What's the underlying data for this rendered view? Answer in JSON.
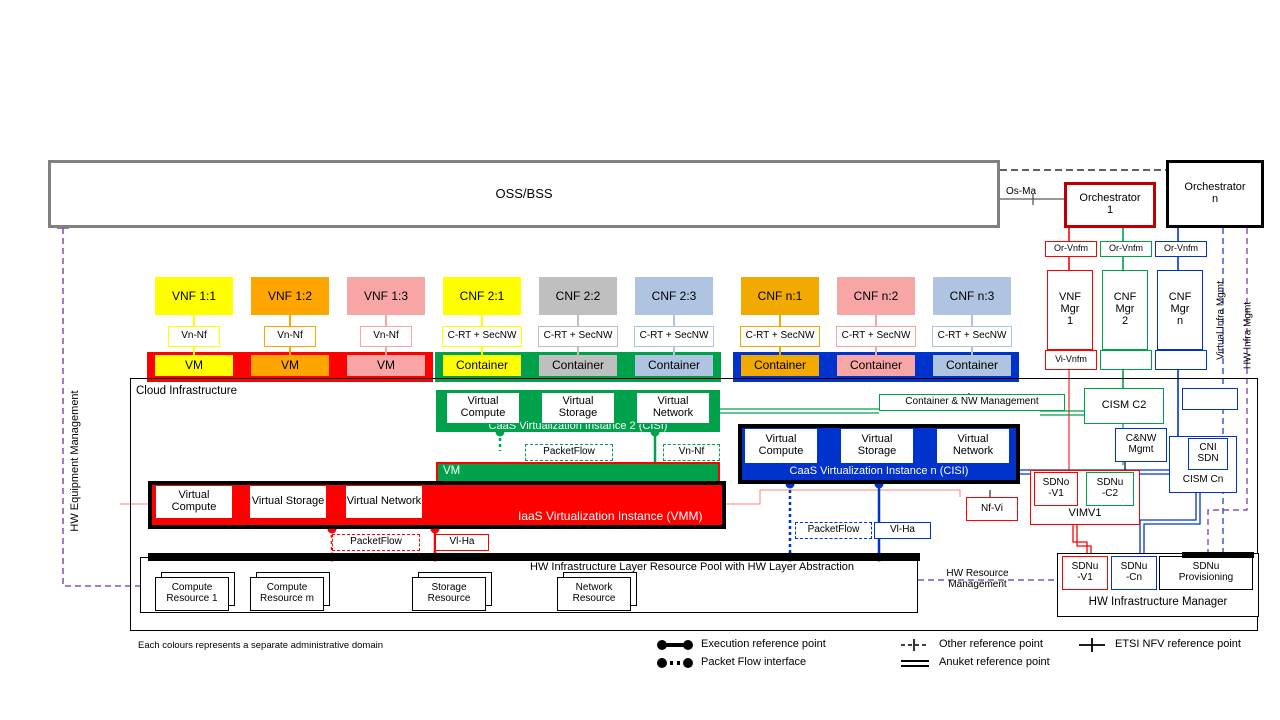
{
  "diagram": {
    "title": "OSS/BSS",
    "footnote": "Each colours represents a separate administrative domain",
    "cloud_infrastructure_label": "Cloud Infrastructure",
    "hw_pool_label": "HW Infrastructure Layer Resource Pool with HW Layer Abstraction"
  },
  "orchestrators": [
    {
      "name": "orchestrator-1",
      "line1": "Orchestrator",
      "line2": "1",
      "color": "#c00000"
    },
    {
      "name": "orchestrator-n",
      "line1": "Orchestrator",
      "line2": "n",
      "color": "#000000"
    }
  ],
  "os_ma_label": "Os-Ma",
  "functions": [
    {
      "label": "VNF 1:1",
      "fill": "#ffff00",
      "ref": "Vn-Nf",
      "unit": "VM",
      "refborder": "#ffff00",
      "bar": "#ff0000"
    },
    {
      "label": "VNF 1:2",
      "fill": "#ffa500",
      "ref": "Vn-Nf",
      "unit": "VM",
      "refborder": "#ffa500",
      "bar": "#ff0000"
    },
    {
      "label": "VNF 1:3",
      "fill": "#f8a5a5",
      "ref": "Vn-Nf",
      "unit": "VM",
      "refborder": "#f8a5a5",
      "bar": "#ff0000"
    },
    {
      "label": "CNF 2:1",
      "fill": "#ffff00",
      "ref": "C-RT + SecNW",
      "unit": "Container",
      "refborder": "#ffff00",
      "bar": "#00a14b"
    },
    {
      "label": "CNF 2:2",
      "fill": "#bfbfbf",
      "ref": "C-RT + SecNW",
      "unit": "Container",
      "refborder": "#bfbfbf",
      "bar": "#00a14b"
    },
    {
      "label": "CNF 2:3",
      "fill": "#aec4e0",
      "ref": "C-RT + SecNW",
      "unit": "Container",
      "refborder": "#aec4e0",
      "bar": "#00a14b"
    },
    {
      "label": "CNF n:1",
      "fill": "#f2a900",
      "ref": "C-RT + SecNW",
      "unit": "Container",
      "refborder": "#f2a900",
      "bar": "#0033cc"
    },
    {
      "label": "CNF n:2",
      "fill": "#f8a5a5",
      "ref": "C-RT + SecNW",
      "unit": "Container",
      "refborder": "#f8a5a5",
      "bar": "#0033cc"
    },
    {
      "label": "CNF n:3",
      "fill": "#aec4e0",
      "ref": "C-RT + SecNW",
      "unit": "Container",
      "refborder": "#aec4e0",
      "bar": "#0033cc"
    }
  ],
  "managers": [
    {
      "ref": "Or-Vnfm",
      "l1": "VNF",
      "l2": "Mgr",
      "l3": "1",
      "vi": "Vi-Vnfm",
      "color": "#ff0000"
    },
    {
      "ref": "Or-Vnfm",
      "l1": "CNF",
      "l2": "Mgr",
      "l3": "2",
      "vi": "",
      "color": "#00a14b"
    },
    {
      "ref": "Or-Vnfm",
      "l1": "CNF",
      "l2": "Mgr",
      "l3": "n",
      "vi": "",
      "color": "#0033cc"
    }
  ],
  "vertical_labels": {
    "hw_equipment_management": "HW Equipment Management",
    "virtual_infra_mgmt": "Virtual Infra Mgmt",
    "hw_infra_mgmt": "HW Infra Mgmt"
  },
  "caas2": {
    "title": "CaaS Virtualization Instance 2 (CISI)",
    "resources": [
      "Virtual Compute",
      "Virtual Storage",
      "Virtual Network"
    ],
    "vm_label": "VM",
    "packetflow": "PacketFlow",
    "vn_nf": "Vn-Nf",
    "color": "#00a14b"
  },
  "caasn": {
    "title": "CaaS Virtualization Instance n (CISI)",
    "resources": [
      "Virtual Compute",
      "Virtual Storage",
      "Virtual Network"
    ],
    "packetflow": "PacketFlow",
    "vi_ha": "Vl-Ha",
    "color": "#0033cc"
  },
  "iaas": {
    "title": "IaaS Virtualization Instance (VMM)",
    "resources": [
      "Virtual Compute",
      "Virtual Storage",
      "Virtual Network"
    ],
    "packetflow": "PacketFlow",
    "vi_ha": "Vl-Ha",
    "color": "#ff0000"
  },
  "hw_resources": [
    {
      "l1": "Compute",
      "l2": "Resource 1"
    },
    {
      "l1": "Compute",
      "l2": "Resource m"
    },
    {
      "l1": "Storage",
      "l2": "Resource"
    },
    {
      "l1": "Network",
      "l2": "Resource"
    }
  ],
  "mgmt": {
    "container_nw_management": "Container & NW Management",
    "cism_c2": "CISM C2",
    "cnw_mgmt_l1": "C&NW",
    "cnw_mgmt_l2": "Mgmt",
    "cni_sdn_l1": "CNI",
    "cni_sdn_l2": "SDN",
    "cism_cn": "CISM Cn",
    "sdno_v1_l1": "SDNo",
    "sdno_v1_l2": "-V1",
    "sdnu_c2_l1": "SDNu",
    "sdnu_c2_l2": "-C2",
    "vimv1": "VIMV1",
    "nf_vi": "Nf-Vi",
    "hw_resource_management_l1": "HW Resource",
    "hw_resource_management_l2": "Management",
    "sdnu_v1_l1": "SDNu",
    "sdnu_v1_l2": "-V1",
    "sdnu_cn_l1": "SDNu",
    "sdnu_cn_l2": "-Cn",
    "sdnu_prov_l1": "SDNu",
    "sdnu_prov_l2": "Provisioning",
    "hw_infrastructure_manager": "HW Infrastructure Manager"
  },
  "legend": [
    {
      "icon": "execution-reference-point-icon",
      "label": "Execution reference point"
    },
    {
      "icon": "packet-flow-interface-icon",
      "label": "Packet Flow interface"
    },
    {
      "icon": "other-reference-point-icon",
      "label": "Other reference point"
    },
    {
      "icon": "anuket-reference-point-icon",
      "label": "Anuket  reference point"
    },
    {
      "icon": "etsi-nfv-reference-point-icon",
      "label": "ETSI NFV reference point"
    }
  ]
}
